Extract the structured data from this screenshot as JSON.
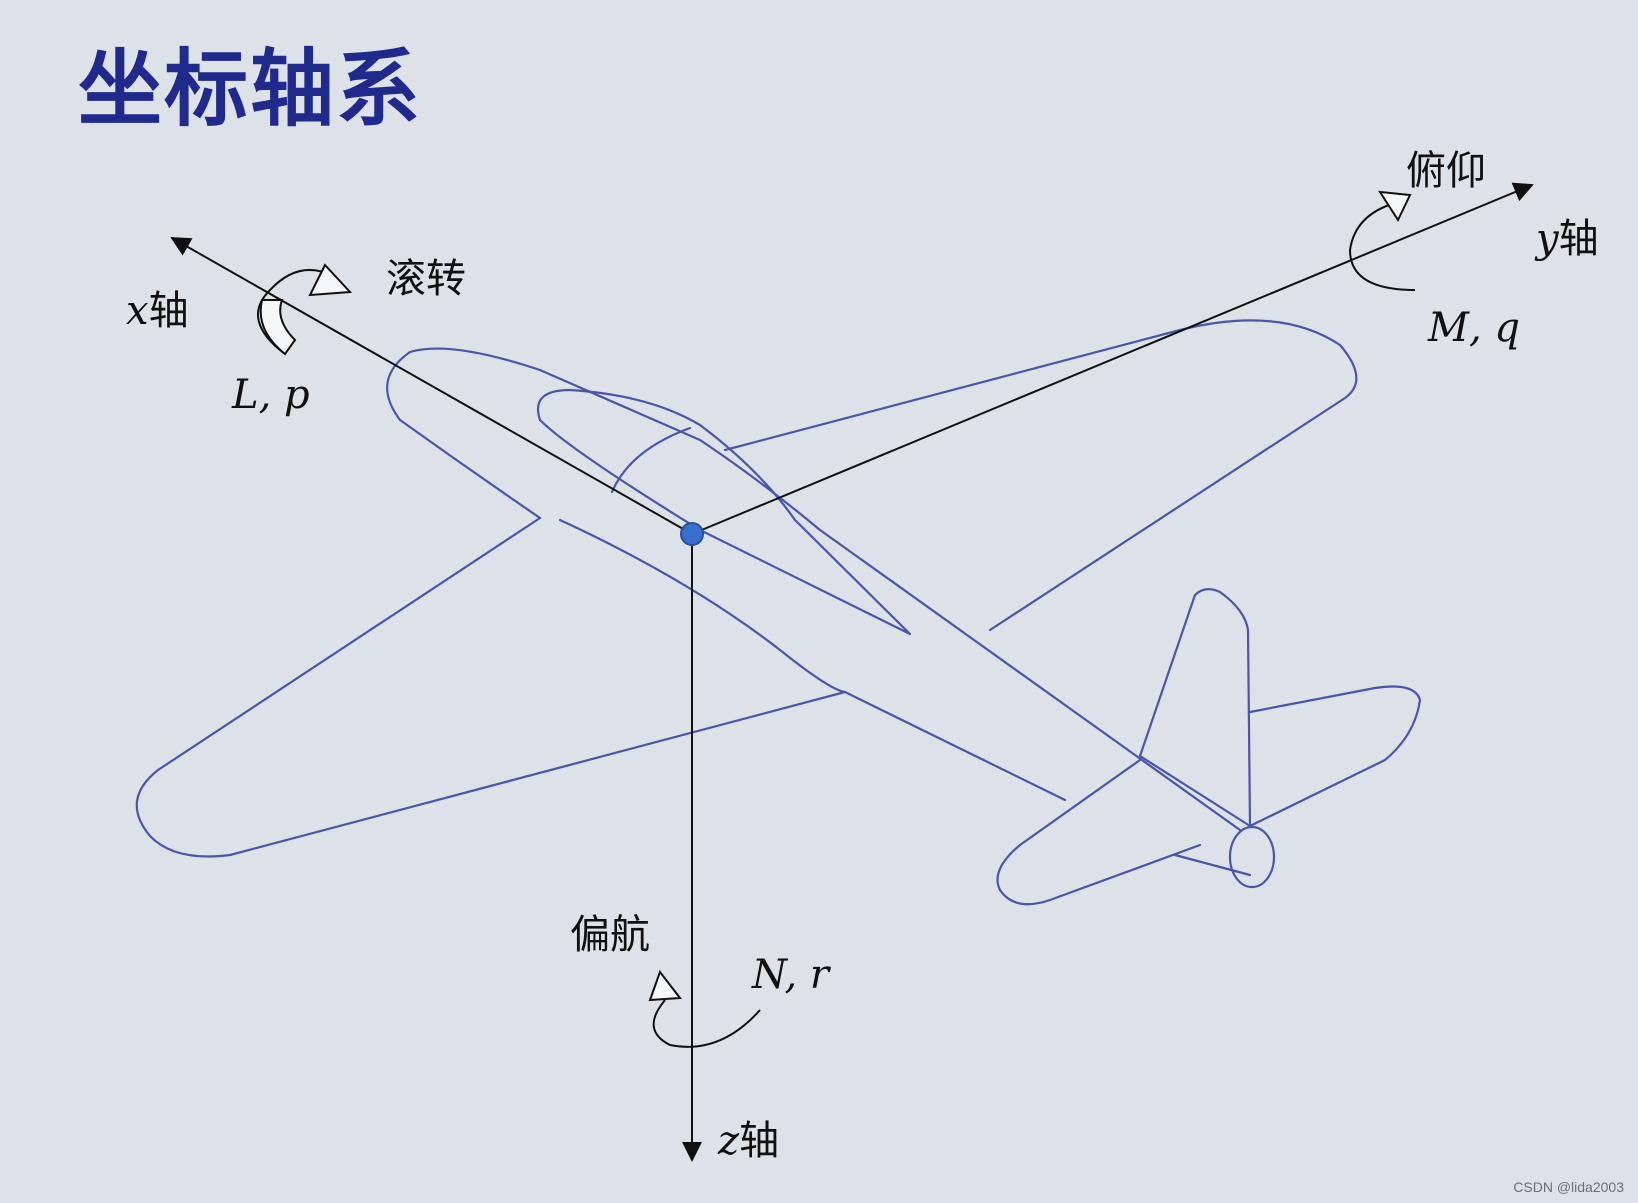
{
  "title": "坐标轴系",
  "axes": {
    "x": {
      "var": "x",
      "suffix": "轴",
      "motion": "滚转",
      "moment": "L, p"
    },
    "y": {
      "var": "y",
      "suffix": "轴",
      "motion": "俯仰",
      "moment": "M, q"
    },
    "z": {
      "var": "z",
      "suffix": "轴",
      "motion": "偏航",
      "moment": "N, r"
    }
  },
  "colors": {
    "background": "#dde2e8",
    "title": "#1f2a8c",
    "airframe": "#4a56a6",
    "axis": "#111111",
    "origin": "#3a6fd0"
  },
  "watermark": "CSDN @lida2003"
}
